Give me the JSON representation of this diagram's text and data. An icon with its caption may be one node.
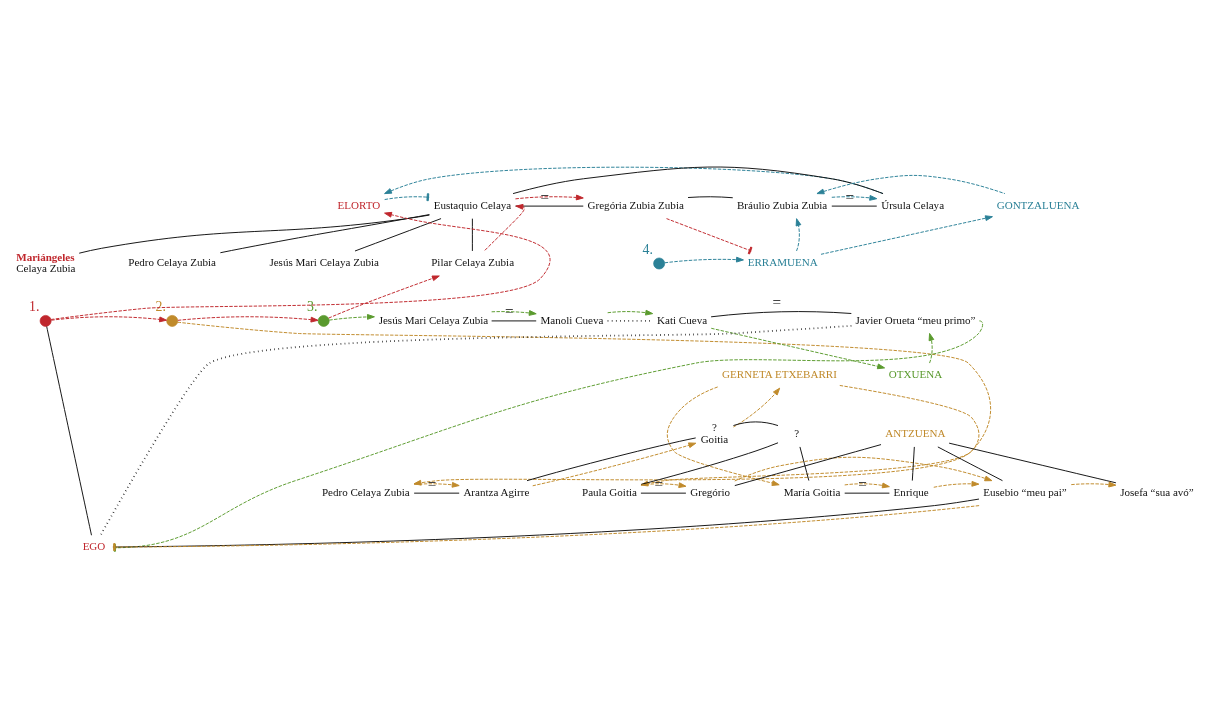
{
  "diagram": {
    "nodes": [
      {
        "text": [
          "ELORTO"
        ]
      },
      {
        "text": [
          "Eustaquio Celaya"
        ]
      },
      {
        "text": [
          "Gregória Zubia Zubia"
        ]
      },
      {
        "text": [
          "Bráulio Zubia Zubia"
        ]
      },
      {
        "text": [
          "Úrsula Celaya"
        ]
      },
      {
        "text": [
          "GONTZALUENA"
        ]
      },
      {
        "text": [
          "ERRAMUENA"
        ]
      },
      {
        "text": [
          "Mariángeles",
          "Celaya Zubia"
        ]
      },
      {
        "text": [
          "Pedro Celaya Zubia"
        ]
      },
      {
        "text": [
          "Jesús Mari Celaya Zubia"
        ]
      },
      {
        "text": [
          "Pilar Celaya Zubia"
        ]
      },
      {
        "text": [],
        "shape": "circle",
        "beside": [
          "1."
        ]
      },
      {
        "text": [],
        "shape": "circle",
        "beside": [
          "2."
        ]
      },
      {
        "text": [],
        "shape": "circle",
        "beside": [
          "3."
        ]
      },
      {
        "text": [],
        "shape": "circle",
        "beside": [
          "4."
        ]
      },
      {
        "text": [
          "Jesús Mari Celaya Zubia"
        ]
      },
      {
        "text": [
          "Manoli Cueva"
        ]
      },
      {
        "text": [
          "Kati Cueva"
        ]
      },
      {
        "text": [
          "Javier Orueta “meu primo”"
        ]
      },
      {
        "text": [
          "OTXUENA"
        ]
      },
      {
        "text": [
          "GERNETA ETXEBARRI"
        ]
      },
      {
        "text": [
          "?",
          "Goitia"
        ]
      },
      {
        "text": [
          "?"
        ]
      },
      {
        "text": [
          "Pedro Celaya Zubia"
        ]
      },
      {
        "text": [
          "Arantza Agirre"
        ]
      },
      {
        "text": [
          "Paula Goitia"
        ]
      },
      {
        "text": [
          "Gregório"
        ]
      },
      {
        "text": [
          "María Goitia"
        ]
      },
      {
        "text": [
          "Enrique"
        ]
      },
      {
        "text": [
          "ANTZUENA"
        ]
      },
      {
        "text": [
          "Eusebio “meu pai”"
        ]
      },
      {
        "text": [
          "Josefa “sua avó”"
        ]
      },
      {
        "text": [
          "EGO"
        ]
      }
    ],
    "edges": [
      {
        "from": 1,
        "to": 4,
        "arrow": "none"
      },
      {
        "from": 2,
        "to": 3,
        "arrow": "none"
      },
      {
        "from": 1,
        "to": 2,
        "arrow": "none",
        "label": "="
      },
      {
        "from": 3,
        "to": 4,
        "arrow": "none",
        "label": "="
      },
      {
        "from": 1,
        "to": 7,
        "arrow": "none"
      },
      {
        "from": 1,
        "to": 8,
        "arrow": "none"
      },
      {
        "from": 1,
        "to": 9,
        "arrow": "none"
      },
      {
        "from": 1,
        "to": 10,
        "arrow": "none"
      },
      {
        "from": 15,
        "to": 16,
        "arrow": "none",
        "label": "="
      },
      {
        "from": 17,
        "to": 18,
        "arrow": "none",
        "label": "="
      },
      {
        "from": 16,
        "to": 17,
        "arrow": "none",
        "style": "dashed"
      },
      {
        "from": 18,
        "to": 32,
        "arrow": "none",
        "style": "dashed"
      },
      {
        "from": 21,
        "to": 22,
        "arrow": "none"
      },
      {
        "from": 21,
        "to": 24,
        "arrow": "none"
      },
      {
        "from": 22,
        "to": 25,
        "arrow": "none"
      },
      {
        "from": 22,
        "to": 27,
        "arrow": "none"
      },
      {
        "from": 23,
        "to": 24,
        "arrow": "none",
        "label": "="
      },
      {
        "from": 25,
        "to": 26,
        "arrow": "none",
        "label": "="
      },
      {
        "from": 27,
        "to": 28,
        "arrow": "none",
        "label": "="
      },
      {
        "from": 29,
        "to": 26,
        "arrow": "none"
      },
      {
        "from": 29,
        "to": 28,
        "arrow": "none"
      },
      {
        "from": 29,
        "to": 30,
        "arrow": "none"
      },
      {
        "from": 29,
        "to": 31,
        "arrow": "none"
      },
      {
        "from": 30,
        "to": 32,
        "arrow": "none"
      },
      {
        "from": 11,
        "to": 32,
        "arrow": "none"
      },
      {
        "from": 11,
        "to": 0,
        "arrow": "to",
        "style": "dashed",
        "color": "#c0272d"
      },
      {
        "from": 11,
        "to": 12,
        "arrow": "to",
        "style": "dashed",
        "color": "#c0272d"
      },
      {
        "from": 12,
        "to": 13,
        "arrow": "to",
        "style": "dashed",
        "color": "#c0272d"
      },
      {
        "from": 13,
        "to": 10,
        "arrow": "to",
        "style": "dashed",
        "color": "#c0272d"
      },
      {
        "from": 1,
        "to": 2,
        "arrow": "to",
        "style": "dashed",
        "color": "#c0272d"
      },
      {
        "from": 10,
        "to": 1,
        "arrow": "to",
        "style": "dashed",
        "color": "#c0272d"
      },
      {
        "from": 2,
        "to": 6,
        "arrow": "other",
        "style": "dashed",
        "color": "#c0272d"
      },
      {
        "from": 0,
        "to": 1,
        "arrow": "other",
        "style": "dashed",
        "color": "#2b8197"
      },
      {
        "from": 4,
        "to": 0,
        "arrow": "to",
        "style": "dashed",
        "color": "#2b8197"
      },
      {
        "from": 14,
        "to": 6,
        "arrow": "to",
        "style": "dashed",
        "color": "#2b8197"
      },
      {
        "from": 3,
        "to": 4,
        "arrow": "to",
        "style": "dashed",
        "color": "#2b8197"
      },
      {
        "from": 6,
        "to": 3,
        "arrow": "to",
        "style": "dashed",
        "color": "#2b8197"
      },
      {
        "from": 5,
        "to": 3,
        "arrow": "to",
        "style": "dashed",
        "color": "#2b8197"
      },
      {
        "from": 6,
        "to": 5,
        "arrow": "to",
        "style": "dashed",
        "color": "#2b8197"
      },
      {
        "from": 13,
        "to": 15,
        "arrow": "to",
        "style": "dashed",
        "color": "#5a9a2e"
      },
      {
        "from": 15,
        "to": 16,
        "arrow": "to",
        "style": "dashed",
        "color": "#5a9a2e"
      },
      {
        "from": 16,
        "to": 17,
        "arrow": "to",
        "style": "dashed",
        "color": "#5a9a2e"
      },
      {
        "from": 17,
        "to": 19,
        "arrow": "to",
        "style": "dashed",
        "color": "#5a9a2e"
      },
      {
        "from": 19,
        "to": 18,
        "arrow": "to",
        "style": "dashed",
        "color": "#5a9a2e"
      },
      {
        "from": 18,
        "to": 32,
        "arrow": "other",
        "style": "dashed",
        "color": "#5a9a2e"
      },
      {
        "from": 12,
        "to": 23,
        "arrow": "to",
        "style": "dashed",
        "color": "#c08a2b"
      },
      {
        "from": 23,
        "to": 24,
        "arrow": "to",
        "style": "dashed",
        "color": "#c08a2b"
      },
      {
        "from": 24,
        "to": 21,
        "arrow": "to",
        "style": "dashed",
        "color": "#c08a2b"
      },
      {
        "from": 21,
        "to": 20,
        "arrow": "to",
        "style": "dashed",
        "color": "#c08a2b"
      },
      {
        "from": 20,
        "to": 25,
        "arrow": "to",
        "style": "dashed",
        "color": "#c08a2b"
      },
      {
        "from": 20,
        "to": 27,
        "arrow": "to",
        "style": "dashed",
        "color": "#c08a2b"
      },
      {
        "from": 25,
        "to": 26,
        "arrow": "to",
        "style": "dashed",
        "color": "#c08a2b"
      },
      {
        "from": 27,
        "to": 28,
        "arrow": "to",
        "style": "dashed",
        "color": "#c08a2b"
      },
      {
        "from": 26,
        "to": 30,
        "arrow": "to",
        "style": "dashed",
        "color": "#c08a2b"
      },
      {
        "from": 28,
        "to": 30,
        "arrow": "to",
        "style": "dashed",
        "color": "#c08a2b"
      },
      {
        "from": 30,
        "to": 31,
        "arrow": "to",
        "style": "dashed",
        "color": "#c08a2b"
      },
      {
        "from": 30,
        "to": 32,
        "arrow": "other",
        "style": "dashed",
        "color": "#c08a2b"
      }
    ]
  }
}
